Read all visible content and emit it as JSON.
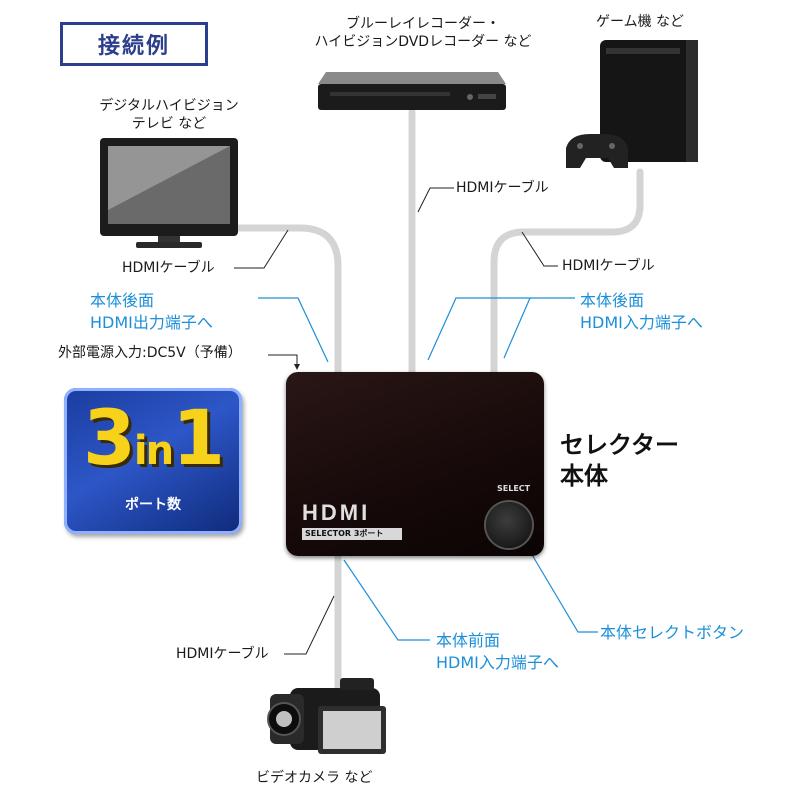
{
  "title": "接続例",
  "devices": {
    "bluray": [
      "ブルーレイレコーダー・",
      "ハイビジョンDVDレコーダー など"
    ],
    "game": "ゲーム機 など",
    "tv": [
      "デジタルハイビジョン",
      "テレビ など"
    ],
    "camera": "ビデオカメラ など"
  },
  "cables": {
    "top": "HDMIケーブル",
    "tv": "HDMIケーブル",
    "game": "HDMIケーブル",
    "bottom": "HDMIケーブル"
  },
  "ports": {
    "rear_out": [
      "本体後面",
      "HDMI出力端子へ"
    ],
    "rear_in": [
      "本体後面",
      "HDMI入力端子へ"
    ],
    "front_in": [
      "本体前面",
      "HDMI入力端子へ"
    ],
    "select_button": "本体セレクトボタン"
  },
  "power": "外部電源入力:DC5V（予備）",
  "badge": {
    "num1": "3",
    "in": "in",
    "num2": "1",
    "sub": "ポート数"
  },
  "device_name": [
    "セレクター",
    "本体"
  ],
  "hub": {
    "logo": "HDMI",
    "selector": "SELECTOR 3ポート",
    "select_label": "SELECT"
  },
  "colors": {
    "title": "#2c3f8e",
    "callout": "#1d8fd8",
    "badge_bg": "#1a3c9e",
    "badge_text": "#f7d21a",
    "cable": "#d4d4d4"
  }
}
